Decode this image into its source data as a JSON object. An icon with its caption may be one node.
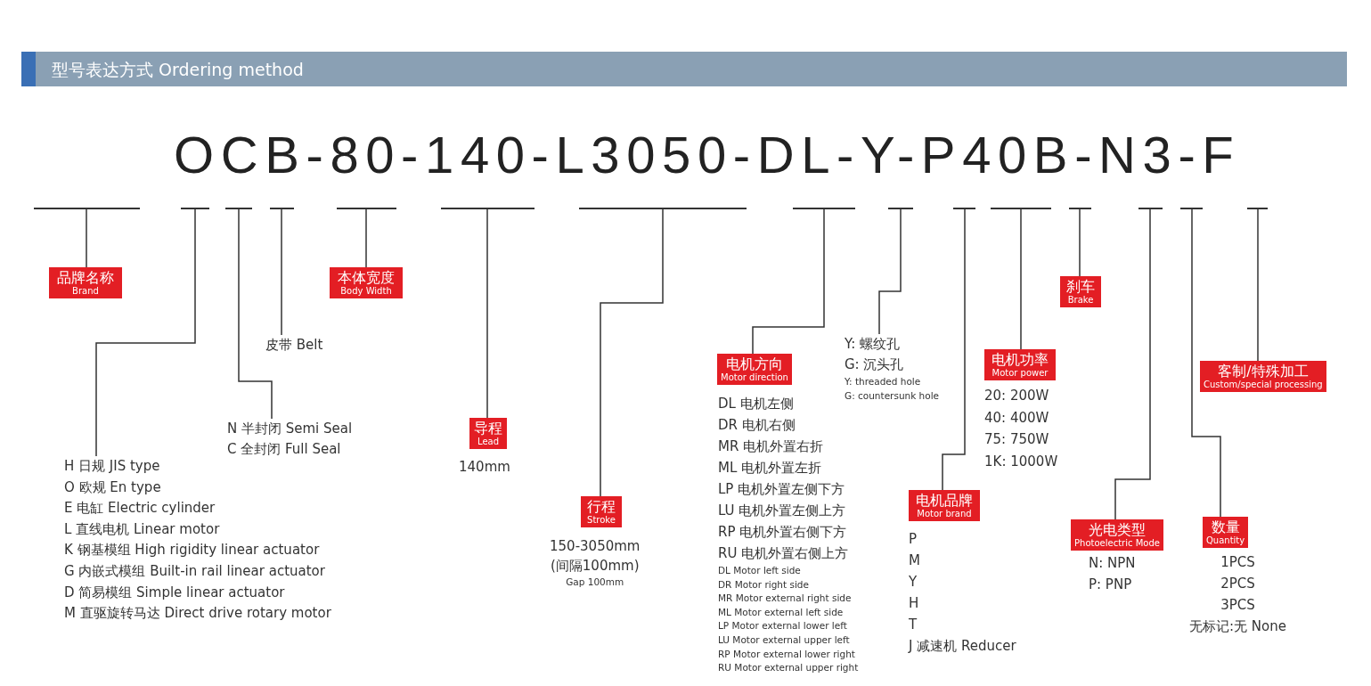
{
  "diagram": {
    "title": "型号表达方式 Ordering method",
    "nodes": [
      {
        "text": [],
        "shape": "bar"
      },
      {
        "text": [],
        "shape": "bar"
      },
      {
        "text": [],
        "shape": "bar"
      },
      {
        "text": [],
        "shape": "bar"
      },
      {
        "text": [],
        "shape": "bar"
      },
      {
        "text": [],
        "shape": "bar"
      },
      {
        "text": [],
        "shape": "bar"
      },
      {
        "text": [],
        "shape": "bar"
      },
      {
        "text": [],
        "shape": "bar"
      },
      {
        "text": [],
        "shape": "bar"
      },
      {
        "text": [],
        "shape": "bar"
      },
      {
        "text": [],
        "shape": "bar"
      },
      {
        "text": [],
        "shape": "bar"
      },
      {
        "text": [],
        "shape": "bar"
      },
      {
        "text": [],
        "shape": "bar"
      },
      {
        "text": [
          "品牌名称",
          "Brand"
        ]
      },
      {
        "text": [
          "H 日规 JIS type",
          "O 欧规 En type",
          "E 电缸 Electric cylinder",
          "L 直线电机 Linear motor",
          "K 钢基模组 High rigidity linear actuator",
          "G 内嵌式模组 Built-in rail linear actuator",
          "D 简易模组 Simple linear actuator",
          "M 直驱旋转马达 Direct drive rotary motor"
        ]
      },
      {
        "text": [
          "N 半封闭 Semi Seal",
          "C 全封闭 Full Seal"
        ]
      },
      {
        "text": [
          "皮带 Belt"
        ]
      },
      {
        "text": [
          "本体宽度",
          "Body Width"
        ]
      },
      {
        "text": [
          "导程",
          "Lead"
        ],
        "beside": [
          "140mm"
        ]
      },
      {
        "text": [
          "行程",
          "Stroke"
        ],
        "beside": [
          "150-3050mm",
          "(间隔100mm)",
          "Gap 100mm"
        ]
      },
      {
        "text": [
          "电机方向",
          "Motor direction"
        ],
        "beside": [
          "DL 电机左侧",
          "DR 电机右侧",
          "MR 电机外置右折",
          "ML 电机外置左折",
          "LP 电机外置左侧下方",
          "LU 电机外置左侧上方",
          "RP 电机外置右侧下方",
          "RU 电机外置右侧上方",
          "DL Motor left side",
          "DR Motor right side",
          "MR Motor external right side",
          "ML Motor external left side",
          "LP Motor external lower left",
          "LU Motor external upper left",
          "RP Motor external lower right",
          "RU Motor external upper right"
        ]
      },
      {
        "text": [
          "Y: 螺纹孔",
          "G: 沉头孔",
          "Y: threaded hole",
          "G: countersunk hole"
        ]
      },
      {
        "text": [
          "电机品牌",
          "Motor brand"
        ],
        "beside": [
          "P",
          "M",
          "Y",
          "H",
          "T",
          "J 减速机 Reducer"
        ]
      },
      {
        "text": [
          "电机功率",
          "Motor power"
        ],
        "beside": [
          "20: 200W",
          "40: 400W",
          "75: 750W",
          "1K: 1000W"
        ]
      },
      {
        "text": [
          "刹车",
          "Brake"
        ]
      },
      {
        "text": [
          "光电类型",
          "Photoelectric Mode"
        ],
        "beside": [
          "N: NPN",
          "P: PNP"
        ]
      },
      {
        "text": [
          "数量",
          "Quantity"
        ],
        "beside": [
          "1PCS",
          "2PCS",
          "3PCS",
          "无标记:无 None"
        ]
      },
      {
        "text": [
          "客制/特殊加工",
          "Custom/special processing"
        ]
      }
    ],
    "edges": [
      {
        "from": 0,
        "to": 15,
        "arrow": "none"
      },
      {
        "from": 1,
        "to": 16,
        "arrow": "none"
      },
      {
        "from": 2,
        "to": 17,
        "arrow": "none"
      },
      {
        "from": 3,
        "to": 18,
        "arrow": "none"
      },
      {
        "from": 4,
        "to": 19,
        "arrow": "none"
      },
      {
        "from": 5,
        "to": 20,
        "arrow": "none"
      },
      {
        "from": 6,
        "to": 21,
        "arrow": "none"
      },
      {
        "from": 7,
        "to": 22,
        "arrow": "none"
      },
      {
        "from": 8,
        "to": 23,
        "arrow": "none"
      },
      {
        "from": 9,
        "to": 24,
        "arrow": "none"
      },
      {
        "from": 10,
        "to": 25,
        "arrow": "none"
      },
      {
        "from": 11,
        "to": 26,
        "arrow": "none"
      },
      {
        "from": 12,
        "to": 27,
        "arrow": "none"
      },
      {
        "from": 13,
        "to": 28,
        "arrow": "none"
      },
      {
        "from": 14,
        "to": 29,
        "arrow": "none"
      }
    ],
    "labels": [
      "OCB-80-140-L3050-DL-Y-P40B-N3-F"
    ]
  }
}
